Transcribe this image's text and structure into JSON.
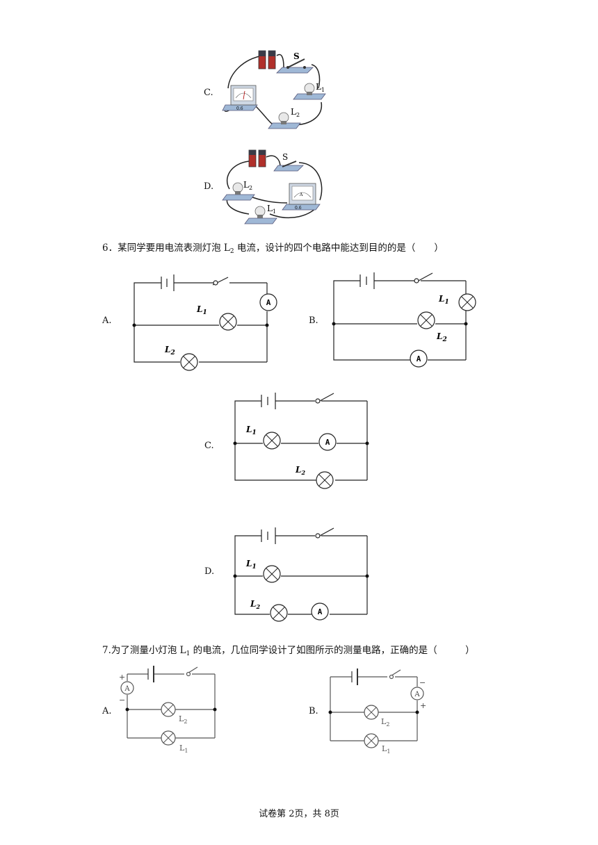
{
  "q5": {
    "optC": "C.",
    "optD": "D.",
    "S": "S",
    "L1": "L",
    "L1_sub": "1",
    "L2": "L",
    "L2_sub": "2",
    "meter_scale": "0.6",
    "meter_a": "A"
  },
  "q6": {
    "number": "6．",
    "text_before": "某同学要用电流表测灯泡 L",
    "sub": "2",
    "text_after": " 电流，设计的四个电路中能达到目的的是（　　）",
    "optA": "A.",
    "optB": "B.",
    "optC": "C.",
    "optD": "D.",
    "L1": "L",
    "L1_sub": "1",
    "L2": "L",
    "L2_sub": "2",
    "ammeter": "A"
  },
  "q7": {
    "number": "7.",
    "text_before": "为了测量小灯泡 L",
    "sub": "1",
    "text_after": " 的电流，几位同学设计了如图所示的测量电路，正确的是（　　　）",
    "optA": "A.",
    "optB": "B.",
    "L1": "L",
    "L1_sub": "1",
    "L2": "L",
    "L2_sub": "2",
    "ammeter": "A",
    "plus": "+",
    "minus": "−"
  },
  "footer": "试卷第 2页，共 8页"
}
